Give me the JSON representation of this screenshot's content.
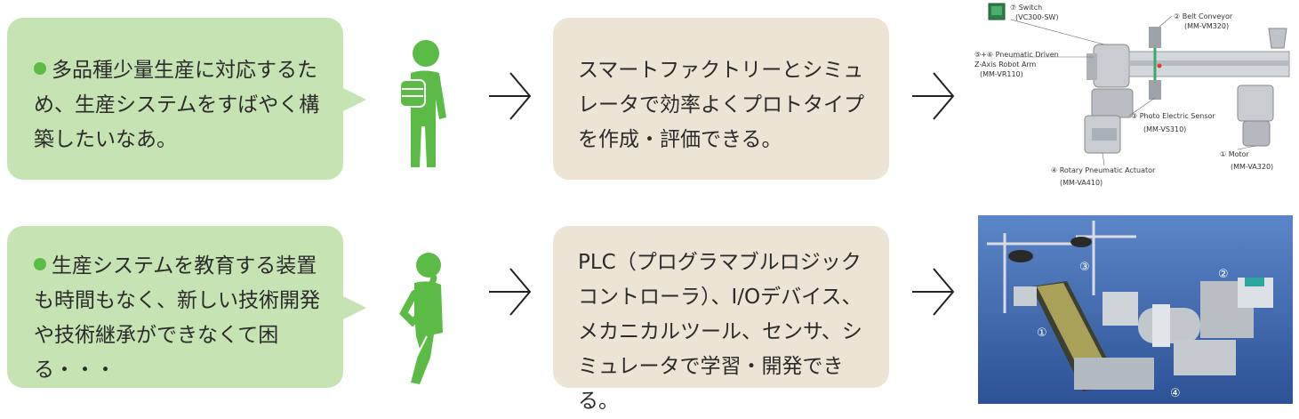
{
  "rows": [
    {
      "bubble_text": "多品種少量生産に対応するため、生産システムをすばやく構築したいなあ。",
      "box_text": "スマートファクトリーとシミュレータで効率よくプロトタイプを作成・評価できる。"
    },
    {
      "bubble_text": "生産システムを教育する装置も時間もなく、新しい技術開発や技術継承ができなくて困る・・・",
      "box_text": "PLC（プログラマブルロジックコントローラ）、I/Oデバイス、メカニカルツール、センサ、シミュレータで学習・開発できる。"
    }
  ],
  "diagram_labels": {
    "switch": "⑦ Switch",
    "switch_model": "(VC300-SW)",
    "belt": "② Belt Conveyor",
    "belt_model": "(MM-VM320)",
    "robot1": "⑤+⑥ Pneumatic Driven",
    "robot2": "Z-Axis Robot Arm",
    "robot_model": "(MM-VR110)",
    "photo_sensor": "③ Photo Electric Sensor",
    "photo_model": "(MM-VS310)",
    "motor": "① Motor",
    "motor_model": "(MM-VA320)",
    "rotary": "④ Rotary Pneumatic Actuator",
    "rotary_model": "(MM-VA410)"
  },
  "photo_numbers": [
    "①",
    "②",
    "③",
    "④"
  ],
  "colors": {
    "bubble": "#c6e3b4",
    "box": "#ece4d4",
    "person": "#5cbb46",
    "bullet": "#5cbb46",
    "photo_bg": "#3f6fb4"
  }
}
